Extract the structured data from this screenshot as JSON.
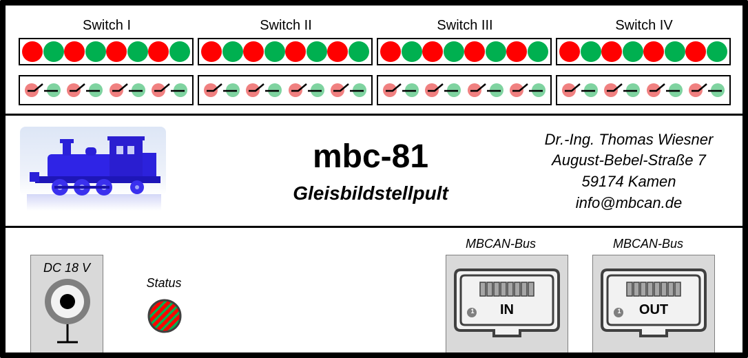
{
  "switch_groups": [
    {
      "title": "Switch I",
      "leds": [
        "red",
        "green",
        "red",
        "green",
        "red",
        "green",
        "red",
        "green"
      ],
      "switch_count": 4
    },
    {
      "title": "Switch II",
      "leds": [
        "red",
        "green",
        "red",
        "green",
        "red",
        "green",
        "red",
        "green"
      ],
      "switch_count": 4
    },
    {
      "title": "Switch III",
      "leds": [
        "red",
        "green",
        "red",
        "green",
        "red",
        "green",
        "red",
        "green"
      ],
      "switch_count": 4
    },
    {
      "title": "Switch IV",
      "leds": [
        "red",
        "green",
        "red",
        "green",
        "red",
        "green",
        "red",
        "green"
      ],
      "switch_count": 4
    }
  ],
  "product": {
    "title": "mbc-81",
    "subtitle": "Gleisbildstellpult"
  },
  "address": [
    "Dr.-Ing. Thomas Wiesner",
    "August-Bebel-Straße 7",
    "59174 Kamen",
    "info@mbcan.de"
  ],
  "power": {
    "label": "DC 18 V"
  },
  "status": {
    "label": "Status"
  },
  "bus_in": {
    "label": "MBCAN-Bus",
    "port": "IN",
    "pin_number": "1"
  },
  "bus_out": {
    "label": "MBCAN-Bus",
    "port": "OUT",
    "pin_number": "1"
  },
  "colors": {
    "led_red": "#ff0000",
    "led_green": "#00b050",
    "switch_red": "#f08080",
    "switch_green": "#7fd3a0",
    "loco_blue": "#3a2ee0",
    "panel_gray": "#d9d9d9"
  }
}
